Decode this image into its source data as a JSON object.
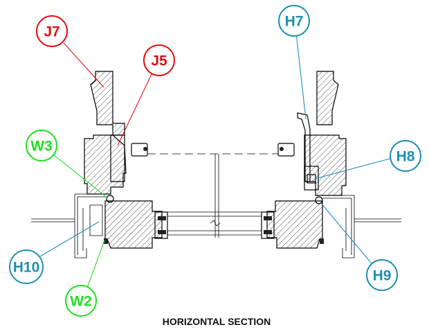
{
  "caption": "HORIZONTAL SECTION",
  "colors": {
    "red": "#e01010",
    "blue": "#1e8fb0",
    "green": "#22dd22",
    "line": "#000000"
  },
  "callouts": [
    {
      "id": "J7",
      "label": "J7",
      "color": "red"
    },
    {
      "id": "J5",
      "label": "J5",
      "color": "red"
    },
    {
      "id": "W3",
      "label": "W3",
      "color": "green"
    },
    {
      "id": "W2",
      "label": "W2",
      "color": "green"
    },
    {
      "id": "H10",
      "label": "H10",
      "color": "blue"
    },
    {
      "id": "H7",
      "label": "H7",
      "color": "blue"
    },
    {
      "id": "H8",
      "label": "H8",
      "color": "blue"
    },
    {
      "id": "H9",
      "label": "H9",
      "color": "blue"
    }
  ]
}
